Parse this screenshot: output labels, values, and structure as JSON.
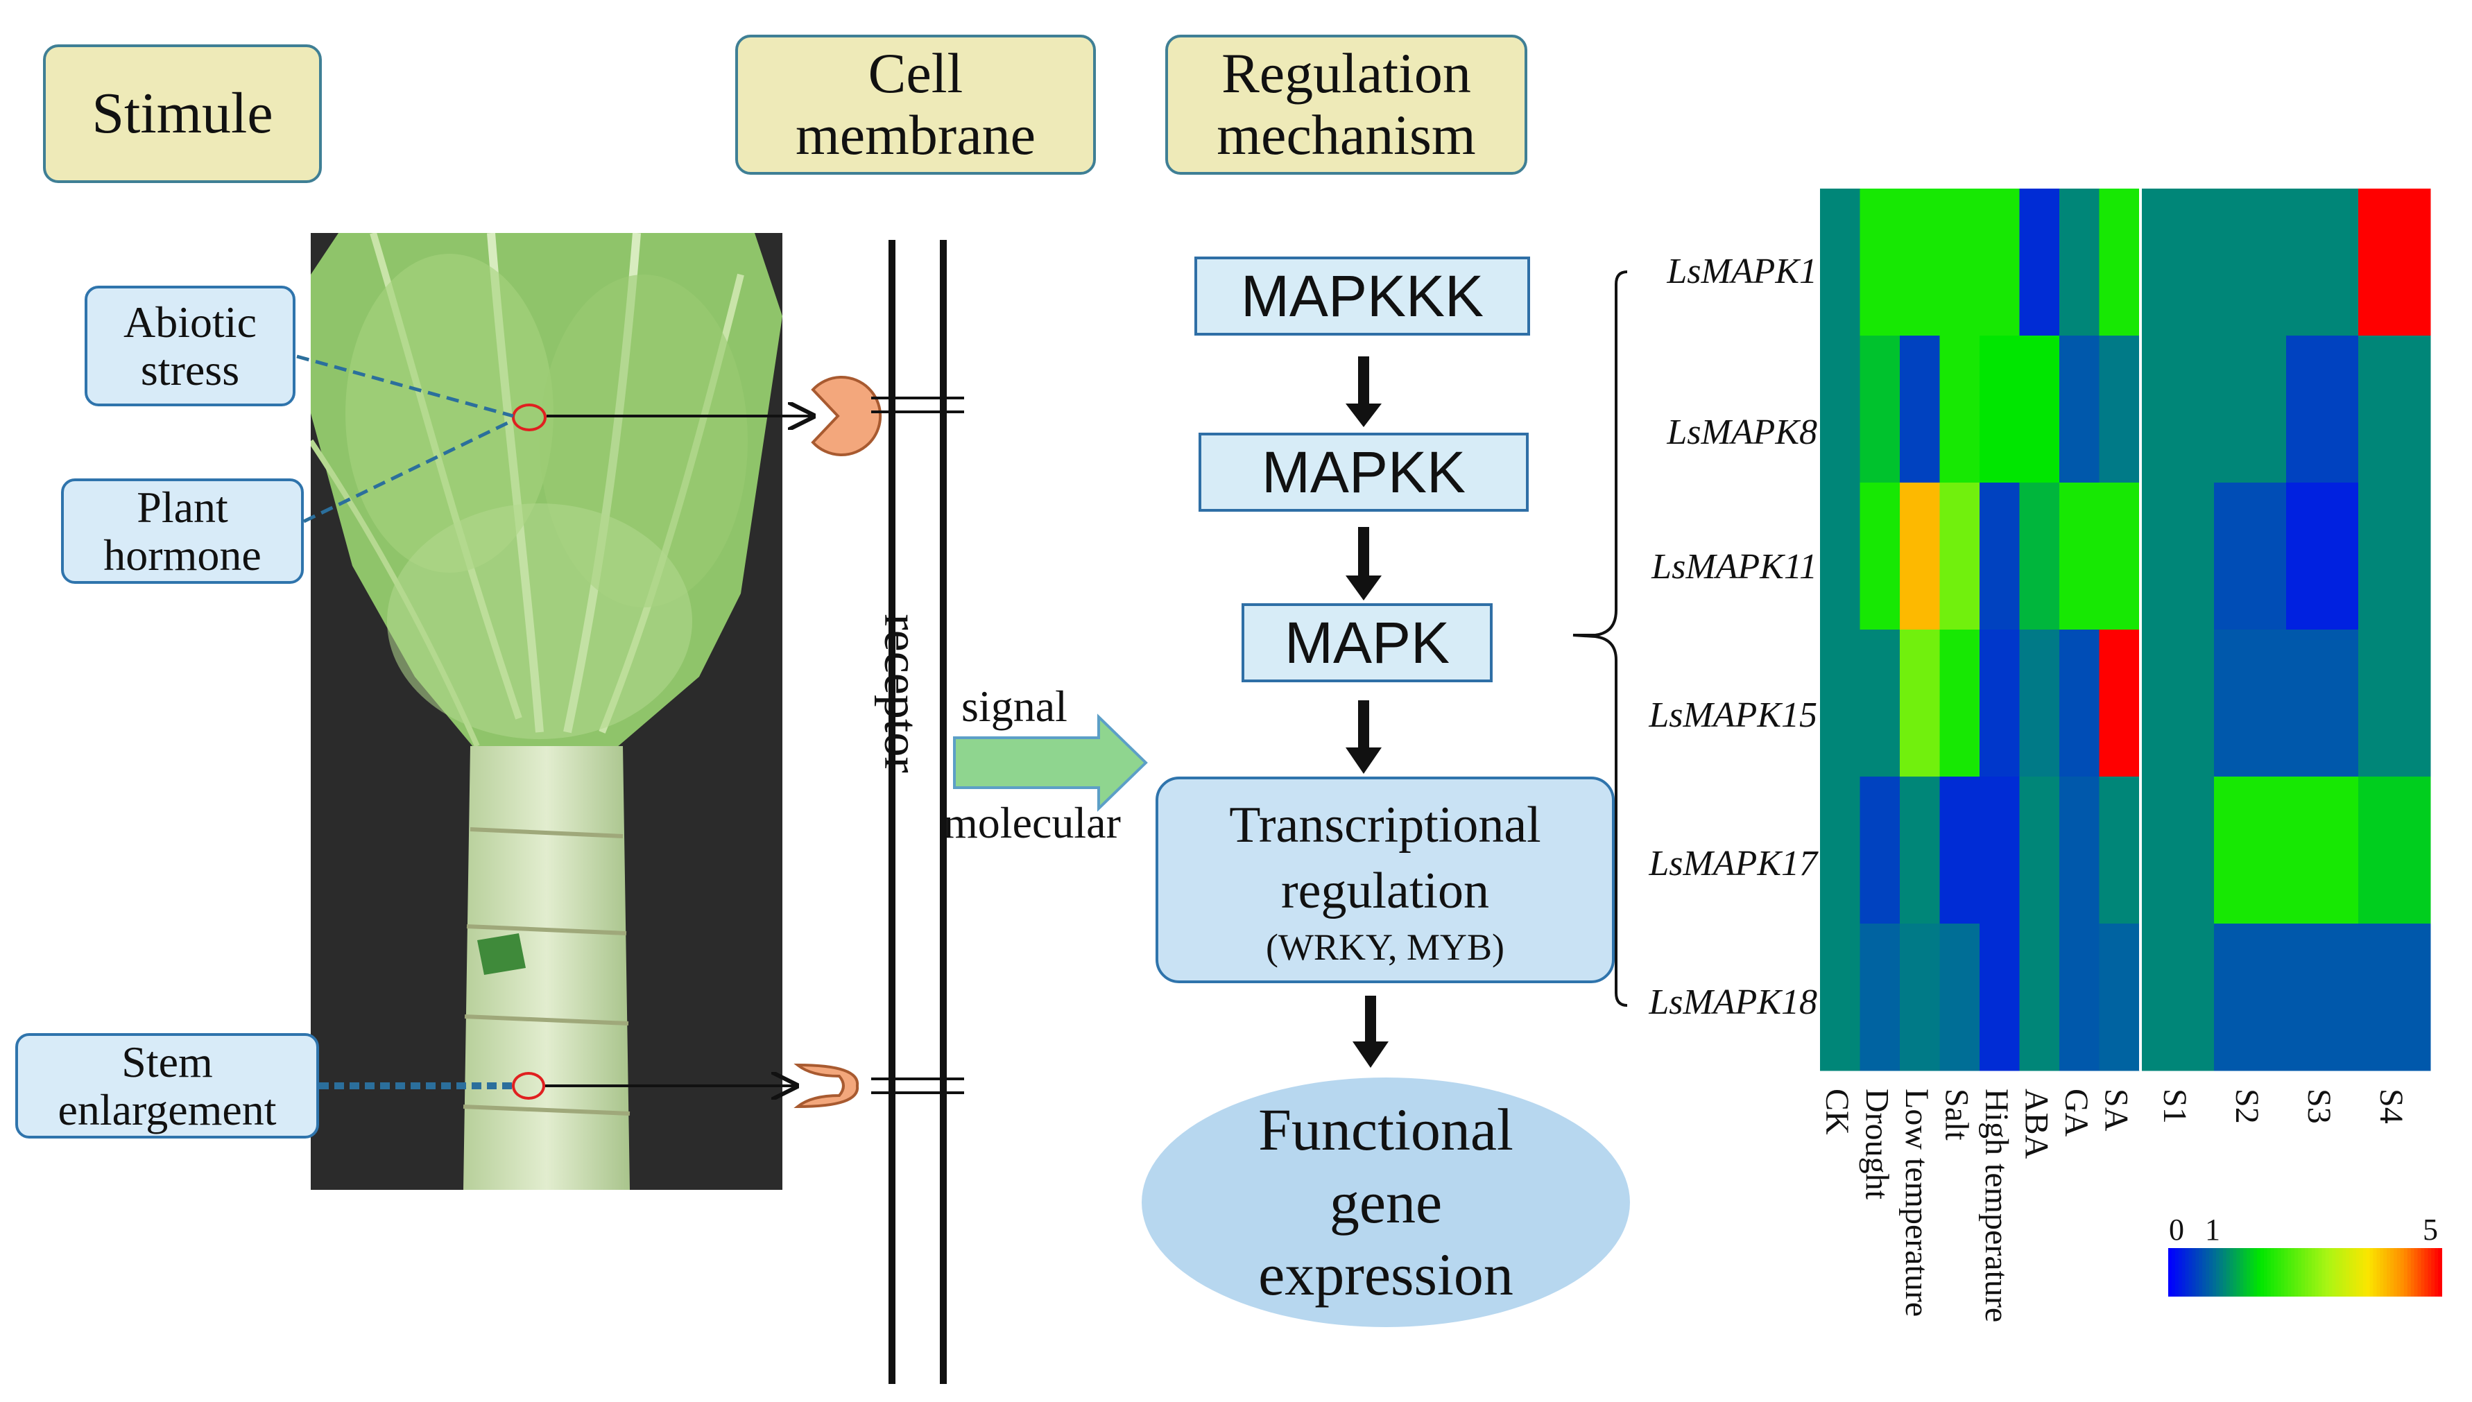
{
  "headers": {
    "stimule": "Stimule",
    "cell_membrane": "Cell\nmembrane",
    "regulation": "Regulation\nmechanism"
  },
  "stimuli": {
    "abiotic": "Abiotic\nstress",
    "hormone": "Plant\nhormone",
    "stem": "Stem\nenlargement"
  },
  "membrane": {
    "receptor": "receptor",
    "signal": "signal",
    "molecular": "molecular"
  },
  "cascade": {
    "mapkkk": "MAPKKK",
    "mapkk": "MAPKK",
    "mapk": "MAPK",
    "tr_main": "Transcriptional\nregulation",
    "tr_sub": "(WRKY, MYB)",
    "functional": "Functional\ngene\nexpression"
  },
  "colors": {
    "tan_fill": "#eeeab8",
    "box_border": "#2f74ac",
    "receptor": "#f3a77c",
    "arrow_green": "#8fd58f",
    "ellipse": "#b7d7ef"
  },
  "chart_data": {
    "type": "heatmap",
    "genes": [
      "LsMAPK1",
      "LsMAPK8",
      "LsMAPK11",
      "LsMAPK15",
      "LsMAPK17",
      "LsMAPK18"
    ],
    "treatments": [
      "CK",
      "Drought",
      "Low temperature",
      "Salt",
      "High temperature",
      "ABA",
      "GA",
      "SA"
    ],
    "tissues": [
      "S1",
      "S2",
      "S3",
      "S4"
    ],
    "treatment_values": [
      [
        0.2,
        1.2,
        1.2,
        1.2,
        1.2,
        -0.6,
        0.2,
        1.2
      ],
      [
        0.2,
        0.7,
        -0.4,
        1.2,
        1.0,
        1.0,
        -0.2,
        0.1
      ],
      [
        0.2,
        1.2,
        3.8,
        2.0,
        -0.4,
        0.6,
        1.2,
        1.2
      ],
      [
        0.2,
        0.2,
        2.0,
        1.2,
        -0.5,
        0.1,
        -0.3,
        5.0
      ],
      [
        0.2,
        -0.4,
        0.2,
        -0.6,
        -0.6,
        0.2,
        -0.2,
        0.2
      ],
      [
        0.2,
        -0.1,
        0.1,
        0.0,
        -0.6,
        0.2,
        -0.2,
        -0.1
      ]
    ],
    "tissue_values": [
      [
        0.2,
        0.2,
        0.2,
        5.0
      ],
      [
        0.2,
        0.2,
        -0.4,
        0.2
      ],
      [
        0.2,
        -0.3,
        -0.7,
        0.2
      ],
      [
        0.2,
        -0.2,
        -0.2,
        0.2
      ],
      [
        0.2,
        1.2,
        1.2,
        0.8
      ],
      [
        0.2,
        -0.2,
        -0.2,
        -0.2
      ]
    ],
    "colorbar": {
      "labels": [
        "0",
        "1",
        "5"
      ]
    }
  }
}
